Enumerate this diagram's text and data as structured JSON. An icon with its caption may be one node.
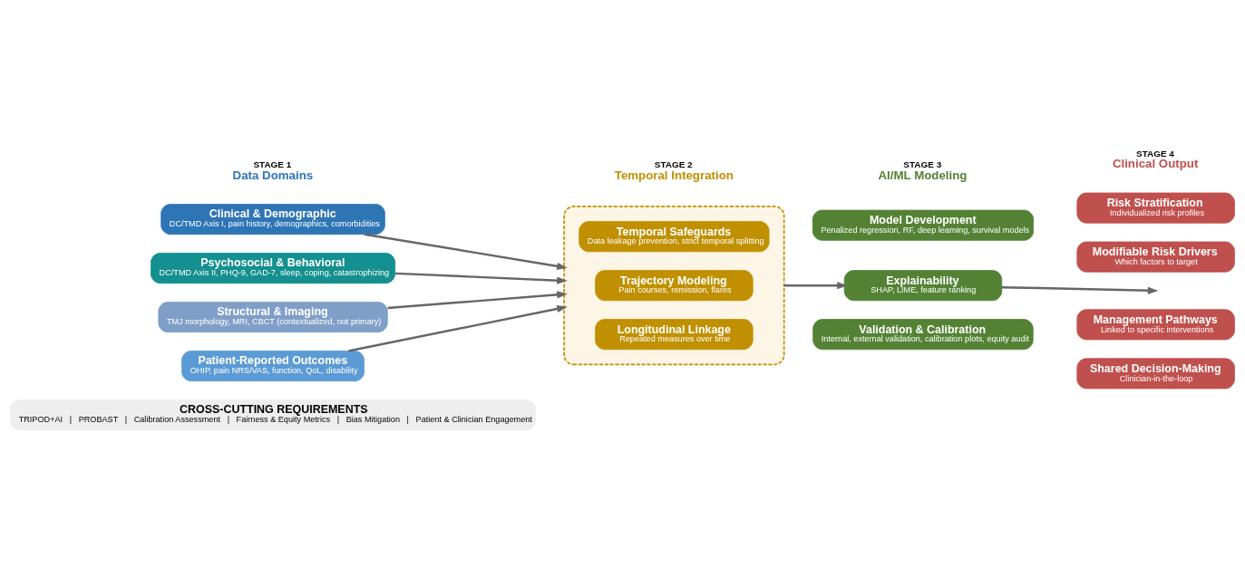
{
  "diagram": {
    "nodes": [
      {
        "text": [
          "Clinical & Demographic",
          "DC/TMD Axis I, pain history, demographics, comorbidities"
        ]
      },
      {
        "text": [
          "Psychosocial & Behavioral",
          "DC/TMD Axis II, PHQ-9, GAD-7, sleep, coping, catastrophizing"
        ]
      },
      {
        "text": [
          "Structural & Imaging",
          "TMJ morphology, MRI, CBCT (contextualized, not primary)"
        ]
      },
      {
        "text": [
          "Patient-Reported Outcomes",
          "OHIP, pain NRS/VAS, function, QoL, disability"
        ]
      },
      {
        "text": [],
        "shape": "box"
      },
      {
        "text": [
          "Longitudinal Linkage",
          "Repeated measures over time"
        ],
        "in": 4
      },
      {
        "text": [
          "Trajectory Modeling",
          "Pain courses, remission, flares"
        ],
        "in": 4
      },
      {
        "text": [
          "Temporal Safeguards",
          "Data leakage prevention, strict temporal splitting"
        ],
        "in": 4
      },
      {
        "text": [
          "Model Development",
          "Penalized regression, RF, deep learning, survival models"
        ]
      },
      {
        "text": [
          "Explainability",
          "SHAP, LIME, feature ranking"
        ]
      },
      {
        "text": [
          "Validation & Calibration",
          "Internal, external validation, calibration plots, equity audit"
        ]
      },
      {
        "text": [
          "Risk Stratification",
          "Individualized risk profiles"
        ]
      },
      {
        "text": [
          "Modifiable Risk Drivers",
          "Which factors to target"
        ]
      },
      {
        "text": [
          "Management Pathways",
          "Linked to specific interventions"
        ]
      },
      {
        "text": [
          "Shared Decision-Making",
          "Clinician-in-the-loop"
        ]
      },
      {
        "text": [
          "CROSS-CUTTING REQUIREMENTS",
          "TRIPOD+AI   |   PROBAST   |   Calibration Assessment   |   Fairness & Equity Metrics   |   Bias Mitigation   |   Patient & Clinician Engagement"
        ]
      }
    ],
    "edges": [
      {
        "from": 0,
        "to": 4,
        "arrow": "to"
      },
      {
        "from": 1,
        "to": 4,
        "arrow": "to"
      },
      {
        "from": 2,
        "to": 4,
        "arrow": "to"
      },
      {
        "from": 3,
        "to": 4,
        "arrow": "to"
      },
      {
        "from": 4,
        "to": 9,
        "arrow": "to"
      },
      {
        "from": 9,
        "to": null,
        "arrow": "to"
      }
    ],
    "labels": [
      "STAGE 1",
      "Data Domains",
      "STAGE 2",
      "Temporal Integration",
      "STAGE 3",
      "AI/ML Modeling",
      "STAGE 4",
      "Clinical Output"
    ]
  }
}
